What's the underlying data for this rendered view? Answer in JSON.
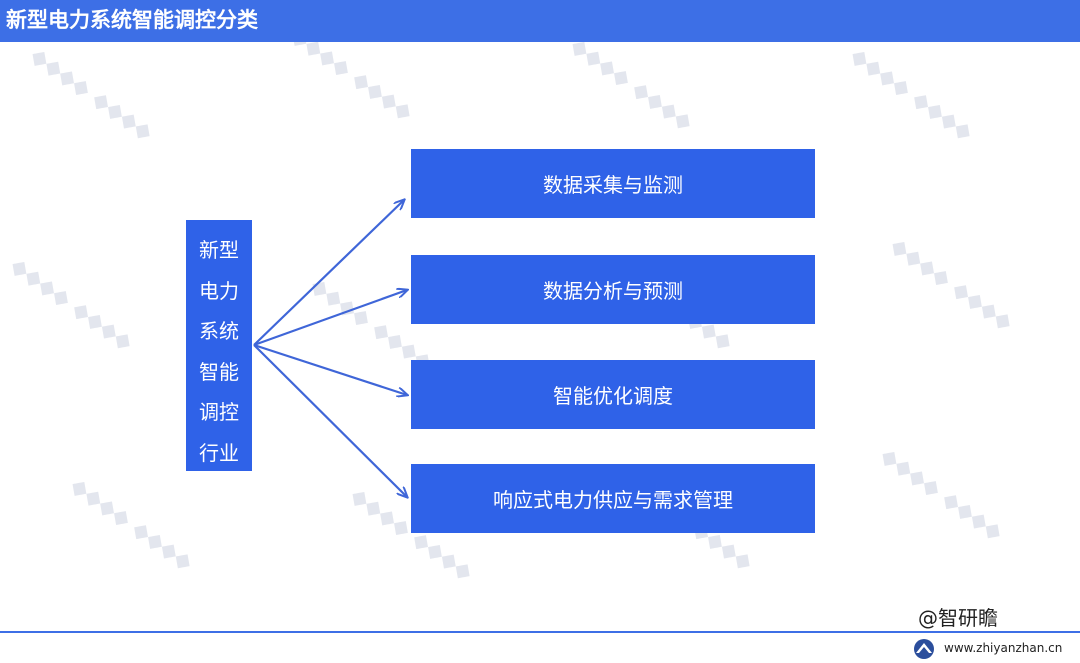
{
  "header": {
    "title": "新型电力系统智能调控分类"
  },
  "diagram": {
    "root_lines": [
      "新型",
      "电力",
      "系统",
      "智能",
      "调控",
      "行业"
    ],
    "branches": [
      {
        "label": "数据采集与监测"
      },
      {
        "label": "数据分析与预测"
      },
      {
        "label": "智能优化调度"
      },
      {
        "label": "响应式电力供应与需求管理"
      }
    ]
  },
  "footer": {
    "brand": "@智研瞻",
    "url": "www.zhiyanzhan.cn"
  },
  "colors": {
    "accent": "#2f62e8",
    "header": "#3d6fe6",
    "arrow": "#3f66d8"
  }
}
